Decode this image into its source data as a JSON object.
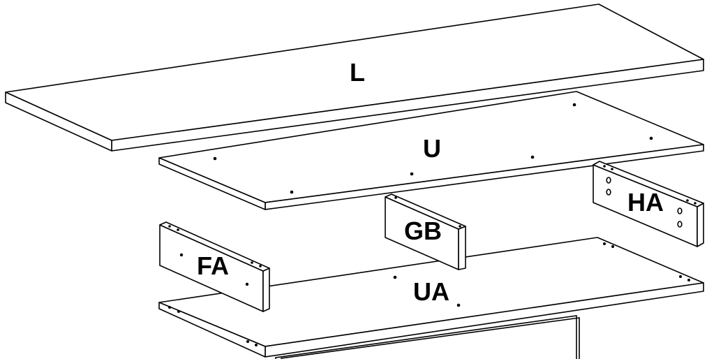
{
  "diagram": {
    "labels": {
      "L": "L",
      "U": "U",
      "GB": "GB",
      "HA": "HA",
      "FA": "FA",
      "UA": "UA"
    },
    "colors": {
      "line": "#000000",
      "fill": "#ffffff"
    }
  }
}
